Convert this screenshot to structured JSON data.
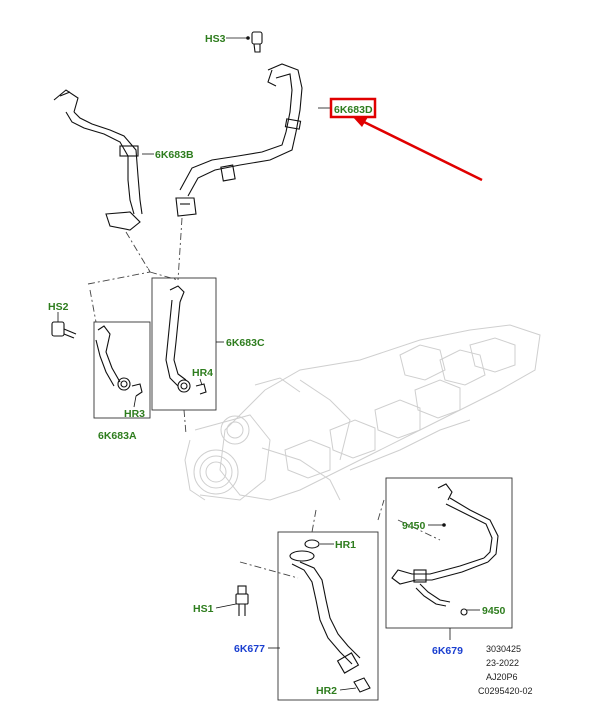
{
  "callouts": {
    "hs3": "HS3",
    "p6k683d": "6K683D",
    "p6k683b": "6K683B",
    "hs2": "HS2",
    "p6k683c": "6K683C",
    "hr4": "HR4",
    "hr3": "HR3",
    "p6k683a": "6K683A",
    "p9450_top": "9450",
    "hr1": "HR1",
    "hs1": "HS1",
    "p6k677": "6K677",
    "p9450_bottom": "9450",
    "p6k679": "6K679",
    "hr2": "HR2"
  },
  "reference": {
    "line1": "3030425",
    "line2": "23-2022",
    "line3": "AJ20P6",
    "line4": "C0295420-02"
  },
  "highlight": {
    "box_color": "#e00000",
    "arrow_color": "#e00000",
    "target": "6K683D"
  }
}
